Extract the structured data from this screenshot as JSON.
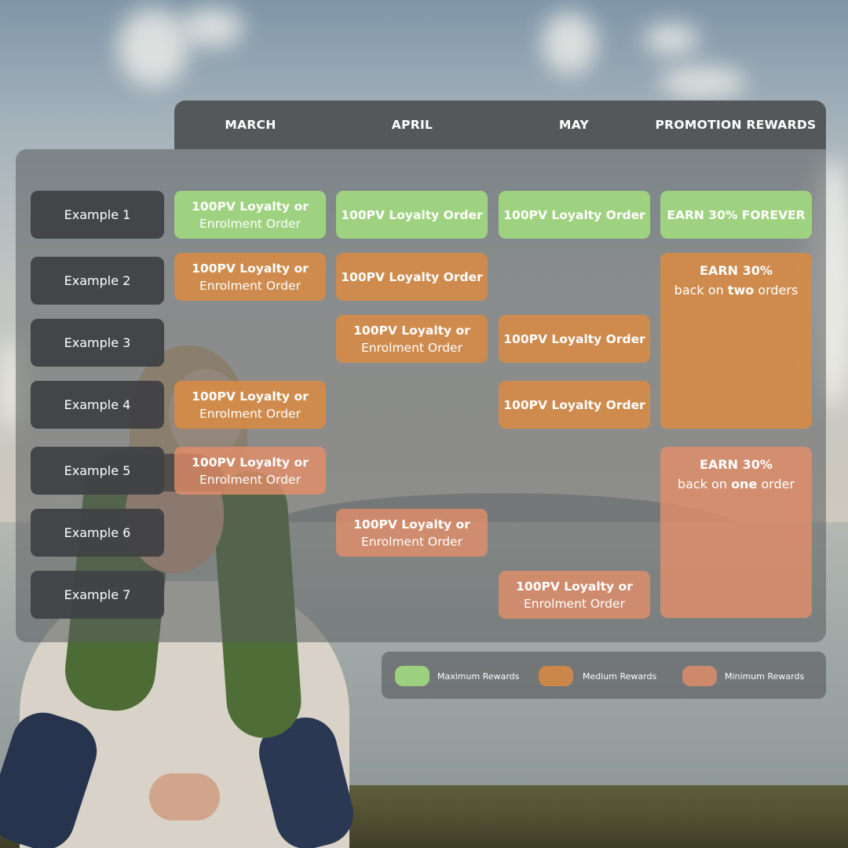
{
  "columns": {
    "march": "MARCH",
    "april": "APRIL",
    "may": "MAY",
    "rewards": "PROMOTION REWARDS"
  },
  "rows": [
    "Example 1",
    "Example 2",
    "Example 3",
    "Example 4",
    "Example 5",
    "Example 6",
    "Example 7"
  ],
  "cells": {
    "loyalty_or_l1": "100PV Loyalty or",
    "loyalty_or_l2": "Enrolment Order",
    "loyalty_order": "100PV Loyalty Order",
    "earn_forever": "EARN 30% FOREVER"
  },
  "rewards": {
    "two": {
      "title": "EARN 30%",
      "pre": "back on ",
      "bold": "two",
      "post": " orders"
    },
    "one": {
      "title": "EARN 30%",
      "pre": "back on ",
      "bold": "one",
      "post": " order"
    }
  },
  "legend": {
    "max": "Maximum Rewards",
    "medium": "Medium Rewards",
    "min": "Minimum Rewards"
  },
  "colors": {
    "maximum": "#a0d67f",
    "medium": "#de8b40",
    "minimum": "#e58e68",
    "header": "#4e5052"
  }
}
